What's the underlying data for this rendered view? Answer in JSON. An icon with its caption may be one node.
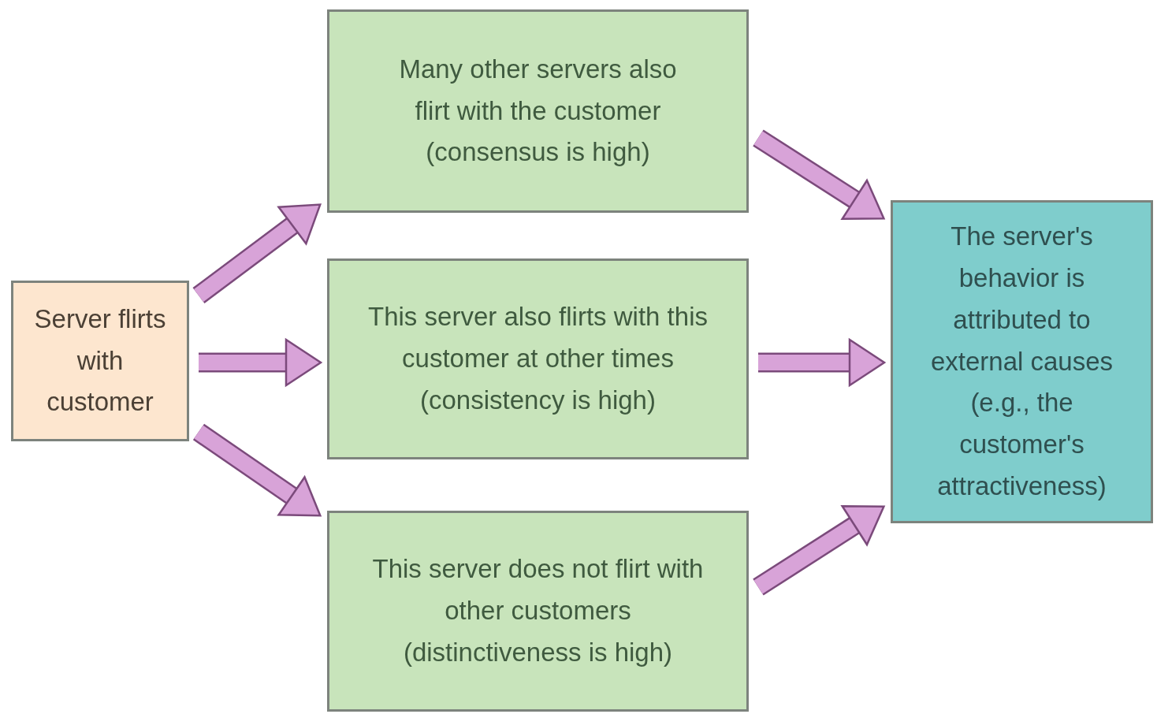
{
  "diagram": {
    "nodes": [
      {
        "text": [
          "Server flirts with customer"
        ]
      },
      {
        "text": [
          "Many other servers also flirt with the customer",
          "(consensus is high)"
        ]
      },
      {
        "text": [
          "This server also flirts with this customer at other times",
          "(consistency is high)"
        ]
      },
      {
        "text": [
          "This server does not flirt with other customers",
          "(distinctiveness is high)"
        ]
      },
      {
        "text": [
          "The server's behavior is attributed to external causes",
          "(e.g., the customer's attractiveness)"
        ]
      }
    ],
    "edges": [
      {
        "from": 0,
        "to": 1,
        "arrow": "to"
      },
      {
        "from": 0,
        "to": 2,
        "arrow": "to"
      },
      {
        "from": 0,
        "to": 3,
        "arrow": "to"
      },
      {
        "from": 1,
        "to": 4,
        "arrow": "to"
      },
      {
        "from": 2,
        "to": 4,
        "arrow": "to"
      },
      {
        "from": 3,
        "to": 4,
        "arrow": "to"
      }
    ]
  }
}
